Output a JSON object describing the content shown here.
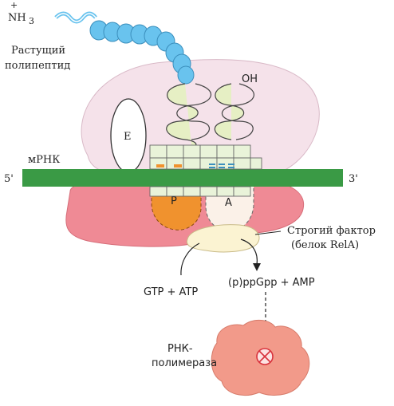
{
  "labels": {
    "nh3": "NH",
    "nh3_sub": "3",
    "plus": "+",
    "polypeptide_line1": "Растущий",
    "polypeptide_line2": "полипептид",
    "oh": "OH",
    "e_site": "E",
    "p_site": "P",
    "a_site": "A",
    "mrna": "мРНК",
    "five_prime": "5'",
    "three_prime": "3'",
    "stringent_line1": "Строгий фактор",
    "stringent_line2": "(белок RelA)",
    "gtp_atp": "GTP + ATP",
    "ppgpp_amp": "(p)ppGpp + AMP",
    "rnap_line1": "РНК-",
    "rnap_line2": "полимераза"
  },
  "colors": {
    "large_subunit": "#f5e2ea",
    "small_subunit": "#ef8a95",
    "mrna": "#3a9a45",
    "p_site": "#f0922e",
    "a_site": "#fbf1e8",
    "relA": "#fbf3d2",
    "rna_polymerase": "#f29a8a",
    "trna": "#e6efc4",
    "polypeptide": "#69c3ee",
    "inhibit_symbol": "#d8323c"
  }
}
